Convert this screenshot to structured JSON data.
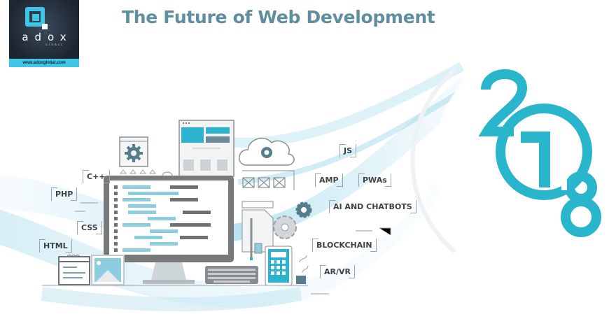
{
  "header": {
    "title": "The Future of Web Development"
  },
  "logo": {
    "wordmark": "adox",
    "sub": "GLOBAL",
    "url": "www.adoxglobal.com"
  },
  "year": {
    "digits": [
      "2",
      "0",
      "1",
      "8"
    ],
    "color": "#29b5cc"
  },
  "tags": {
    "cpp": "C++",
    "php": "PHP",
    "css": "CSS",
    "html": "HTML",
    "js": "JS",
    "amp": "AMP",
    "pwas": "PWAs",
    "ai": "AI AND CHATBOTS",
    "blockchain": "BLOCKCHAIN",
    "arvr": "AR/VR"
  },
  "colors": {
    "accent": "#29b5cc",
    "title": "#5f8e9e",
    "dark_gray": "#6d7173",
    "light_blue": "#8ccde0",
    "gear": "#557d8b"
  }
}
